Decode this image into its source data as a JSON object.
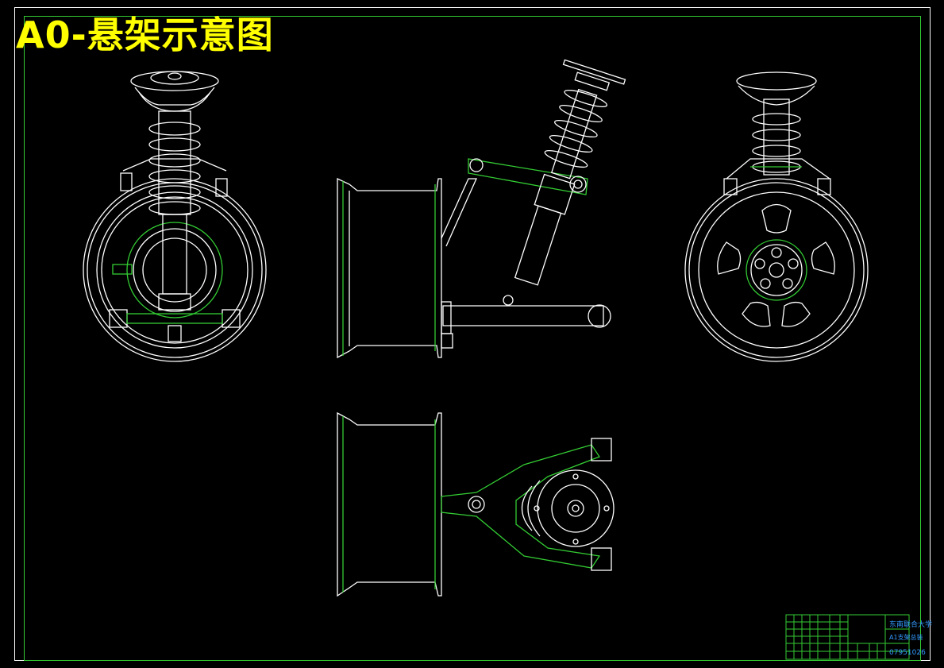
{
  "title": "A0-悬架示意图",
  "colors": {
    "background": "#000000",
    "line_white": "#ffffff",
    "line_green": "#33cc33",
    "title_yellow": "#ffff00",
    "title_block_text": "#3399ff"
  },
  "views": [
    {
      "name": "front-view",
      "description_icon": "strut-assembly-front"
    },
    {
      "name": "side-view",
      "description_icon": "strut-assembly-side"
    },
    {
      "name": "wheel-outer-view",
      "description_icon": "wheel-rim-face"
    },
    {
      "name": "top-view",
      "description_icon": "strut-assembly-top"
    }
  ],
  "title_block": {
    "school": "东南联合大学",
    "drawing_name": "A1支架总装",
    "drawing_number": "07951026"
  }
}
